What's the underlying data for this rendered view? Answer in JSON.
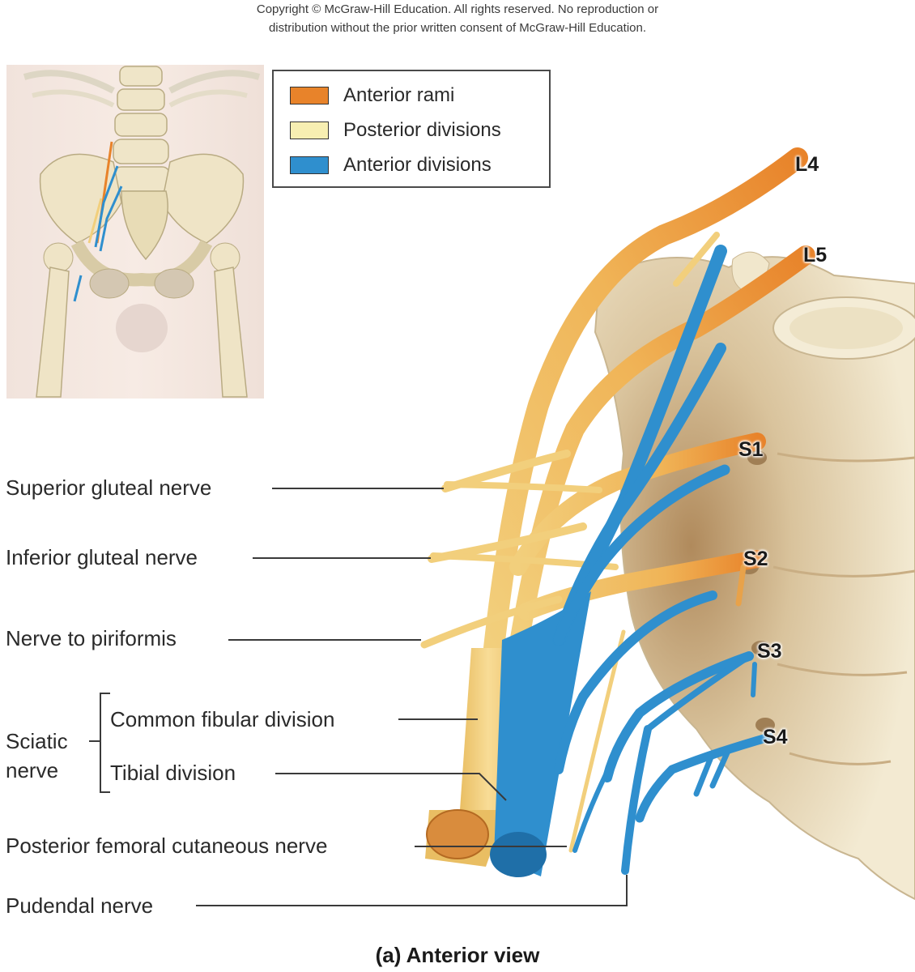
{
  "copyright": {
    "line1": "Copyright © McGraw-Hill Education. All rights reserved. No reproduction or",
    "line2": "distribution without the prior written consent of McGraw-Hill Education."
  },
  "legend": {
    "items": [
      {
        "label": "Anterior rami",
        "color": "#e8832a"
      },
      {
        "label": "Posterior divisions",
        "color": "#f7efb2"
      },
      {
        "label": "Anterior divisions",
        "color": "#2f8fce"
      }
    ]
  },
  "roots": [
    "L4",
    "L5",
    "S1",
    "S2",
    "S3",
    "S4"
  ],
  "labels": {
    "superior_gluteal": "Superior gluteal nerve",
    "inferior_gluteal": "Inferior gluteal nerve",
    "nerve_to_piriformis": "Nerve to piriformis",
    "sciatic_line1": "Sciatic",
    "sciatic_line2": "nerve",
    "common_fibular": "Common fibular division",
    "tibial": "Tibial division",
    "posterior_femoral_cutaneous": "Posterior femoral cutaneous nerve",
    "pudendal": "Pudendal nerve"
  },
  "caption": "(a) Anterior view",
  "colors": {
    "nerve_yellow": "#f2cf7c",
    "nerve_blue": "#2f8fce",
    "bone": "#efe4c6",
    "leader_line": "#3a3a3a"
  }
}
